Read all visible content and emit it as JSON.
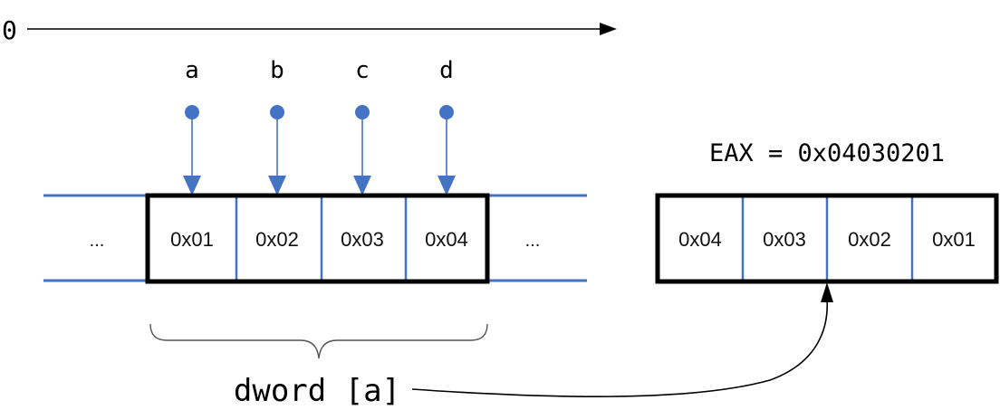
{
  "axis": {
    "origin_label": "0"
  },
  "pointers": [
    {
      "label": "a"
    },
    {
      "label": "b"
    },
    {
      "label": "c"
    },
    {
      "label": "d"
    }
  ],
  "memory": {
    "left_ellipsis": "...",
    "right_ellipsis": "...",
    "cells": [
      "0x01",
      "0x02",
      "0x03",
      "0x04"
    ]
  },
  "operand": {
    "label": "dword [a]"
  },
  "register": {
    "label": "EAX = 0x04030201",
    "cells": [
      "0x04",
      "0x03",
      "0x02",
      "0x01"
    ]
  },
  "colors": {
    "accent_blue": "#4472c4",
    "outline": "#000000"
  }
}
